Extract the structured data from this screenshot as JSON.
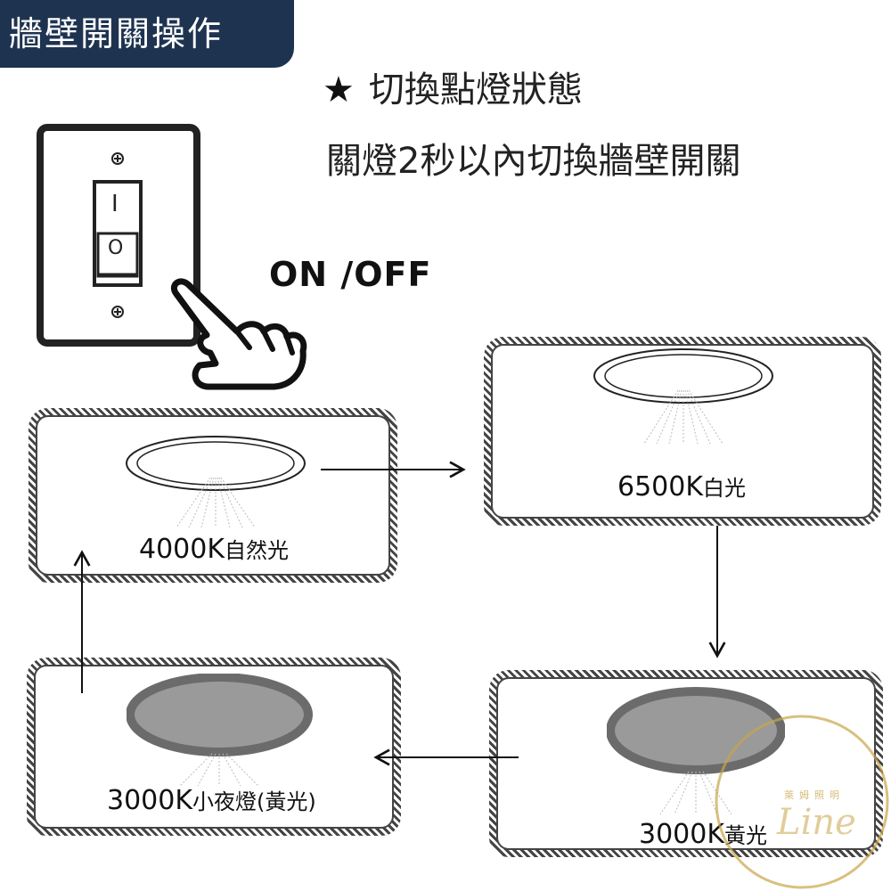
{
  "header": {
    "badge": "牆壁開關操作"
  },
  "instructions": {
    "line1": "切換點燈狀態",
    "line2": "關燈2秒以內切換牆壁開關",
    "star_icon": "star-icon"
  },
  "switch": {
    "action_label": "ON /OFF",
    "on_symbol": "I",
    "off_symbol": "O"
  },
  "modes": [
    {
      "temp": "4000K",
      "name": "自然光"
    },
    {
      "temp": "6500K",
      "name": "白光"
    },
    {
      "temp": "3000K",
      "name": "黃光"
    },
    {
      "temp": "3000K",
      "name": "小夜燈(黃光)"
    }
  ],
  "watermark": {
    "script": "Line",
    "brand": "萊姆照明"
  },
  "colors": {
    "badge": "#1e3350",
    "lamp_dim": "#9a9a9a",
    "lamp_rim": "#6b6b6b",
    "watermark": "#c9a54a"
  }
}
